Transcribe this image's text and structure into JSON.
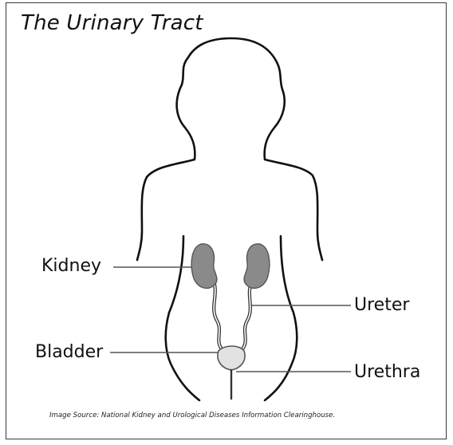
{
  "diagram": {
    "title": "The Urinary Tract",
    "labels": {
      "kidney": "Kidney",
      "ureter": "Ureter",
      "bladder": "Bladder",
      "urethra": "Urethra"
    },
    "source": "Image Source: National Kidney and Urological Diseases Information Clearinghouse."
  },
  "colors": {
    "outline": "#111111",
    "kidney": "#8a8a8a",
    "bladder": "#e2e2e2",
    "leader_line": "#555555"
  }
}
